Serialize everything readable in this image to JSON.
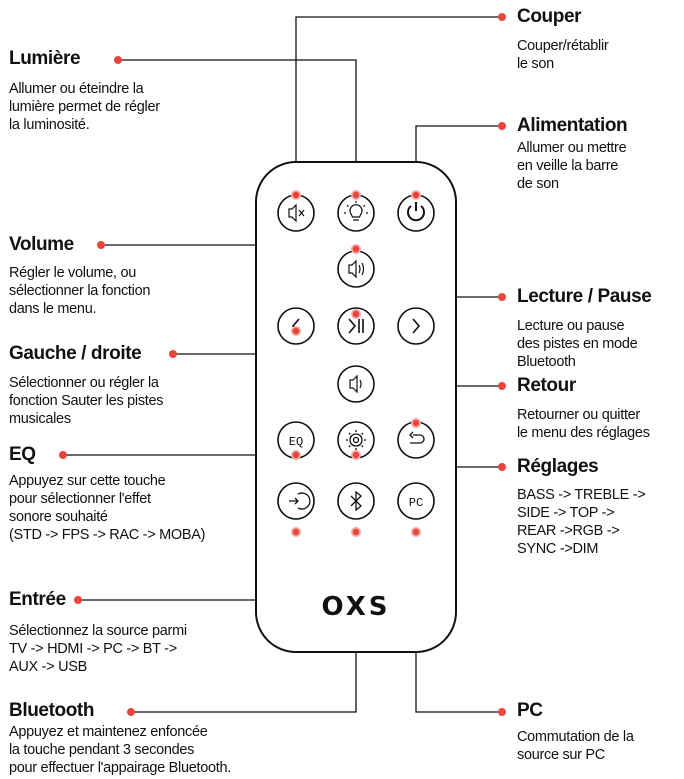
{
  "brand": "OXS",
  "accent_color": "#e8453c",
  "labels": {
    "couper": {
      "title": "Couper",
      "desc": "Couper/rétablir\nle son"
    },
    "lumiere": {
      "title": "Lumière",
      "desc": "Allumer ou éteindre la\nlumière permet de régler\nla luminosité."
    },
    "alimentation": {
      "title": "Alimentation",
      "desc": "Allumer ou mettre\nen veille la barre\nde son"
    },
    "volume": {
      "title": "Volume",
      "desc": "Régler le volume, ou\nsélectionner la fonction\ndans le menu."
    },
    "lecture": {
      "title": "Lecture / Pause",
      "desc": "Lecture ou pause\ndes pistes en mode\nBluetooth"
    },
    "gauche": {
      "title": "Gauche / droite",
      "desc": "Sélectionner ou régler la\nfonction Sauter les pistes\nmusicales"
    },
    "retour": {
      "title": "Retour",
      "desc": "Retourner ou quitter\nle menu des réglages"
    },
    "eq": {
      "title": "EQ",
      "desc": "Appuyez sur cette touche\n pour sélectionner l'effet\nsonore souhaité\n(STD -> FPS -> RAC -> MOBA)"
    },
    "reglages": {
      "title": "Réglages",
      "desc": "BASS -> TREBLE ->\nSIDE -> TOP ->\nREAR ->RGB ->\nSYNC ->DIM"
    },
    "entree": {
      "title": "Entrée",
      "desc": "Sélectionnez la source parmi\nTV -> HDMI -> PC -> BT ->\nAUX -> USB"
    },
    "bluetooth": {
      "title": "Bluetooth",
      "desc": "Appuyez et maintenez enfoncée\nla touche pendant 3 secondes\npour effectuer l'appairage Bluetooth."
    },
    "pc": {
      "title": "PC",
      "desc": "Commutation de la\nsource sur PC"
    }
  },
  "buttons": {
    "mute_icon": "speaker-mute-icon",
    "light_icon": "bulb-icon",
    "power_icon": "power-icon",
    "volume_up_icon": "speaker-loud-icon",
    "left_icon": "chevron-left-icon",
    "play_pause_icon": "play-pause-icon",
    "right_icon": "chevron-right-icon",
    "volume_down_icon": "speaker-low-icon",
    "eq_text": "EQ",
    "settings_icon": "gear-icon",
    "back_icon": "return-icon",
    "input_icon": "input-icon",
    "bluetooth_icon": "bluetooth-icon",
    "pc_text": "PC"
  }
}
